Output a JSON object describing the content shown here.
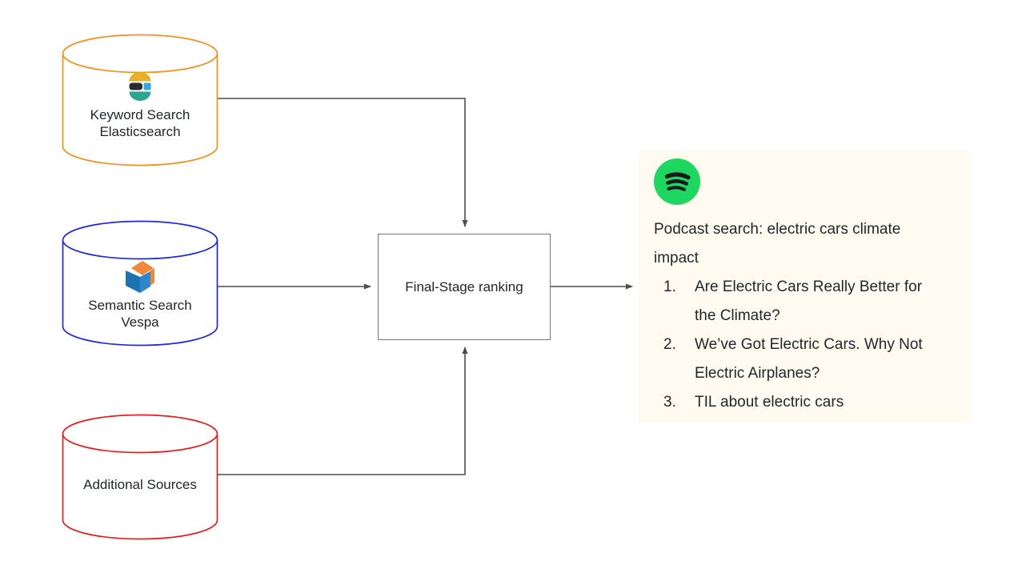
{
  "colors": {
    "arrow": "#4d4d4d",
    "box_border": "#757575",
    "text": "#21272a",
    "panel_bg": "#fffbf0",
    "spotify_green": "#1ED760",
    "elastic_yellow": "#e5b12b",
    "elastic_dark": "#2b2b2f",
    "elastic_blue": "#3aa4dd",
    "elastic_teal": "#2da393",
    "vespa_orange": "#f0873c",
    "vespa_blue_dark": "#1d72b4",
    "vespa_blue_light": "#2e87cb"
  },
  "sources": [
    {
      "name": "keyword-search-elasticsearch",
      "icon": "elasticsearch-logo-icon",
      "lines": [
        "Keyword Search",
        "Elasticsearch"
      ],
      "border_color": "#F2911B"
    },
    {
      "name": "semantic-search-vespa",
      "icon": "vespa-logo-icon",
      "lines": [
        "Semantic Search",
        "Vespa"
      ],
      "border_color": "#2226DE"
    },
    {
      "name": "additional-sources",
      "icon": "",
      "lines": [
        "Additional Sources"
      ],
      "border_color": "#E41E1E"
    }
  ],
  "ranking_box": {
    "label": "Final-Stage ranking"
  },
  "result_panel": {
    "icon": "spotify-icon",
    "query": "Podcast search: electric cars climate impact",
    "results": [
      {
        "num": "1.",
        "text": "Are Electric Cars Really Better for the Climate?"
      },
      {
        "num": "2.",
        "text": "We’ve Got Electric Cars. Why Not Electric Airplanes?"
      },
      {
        "num": "3.",
        "text": "TIL about electric cars"
      }
    ]
  }
}
